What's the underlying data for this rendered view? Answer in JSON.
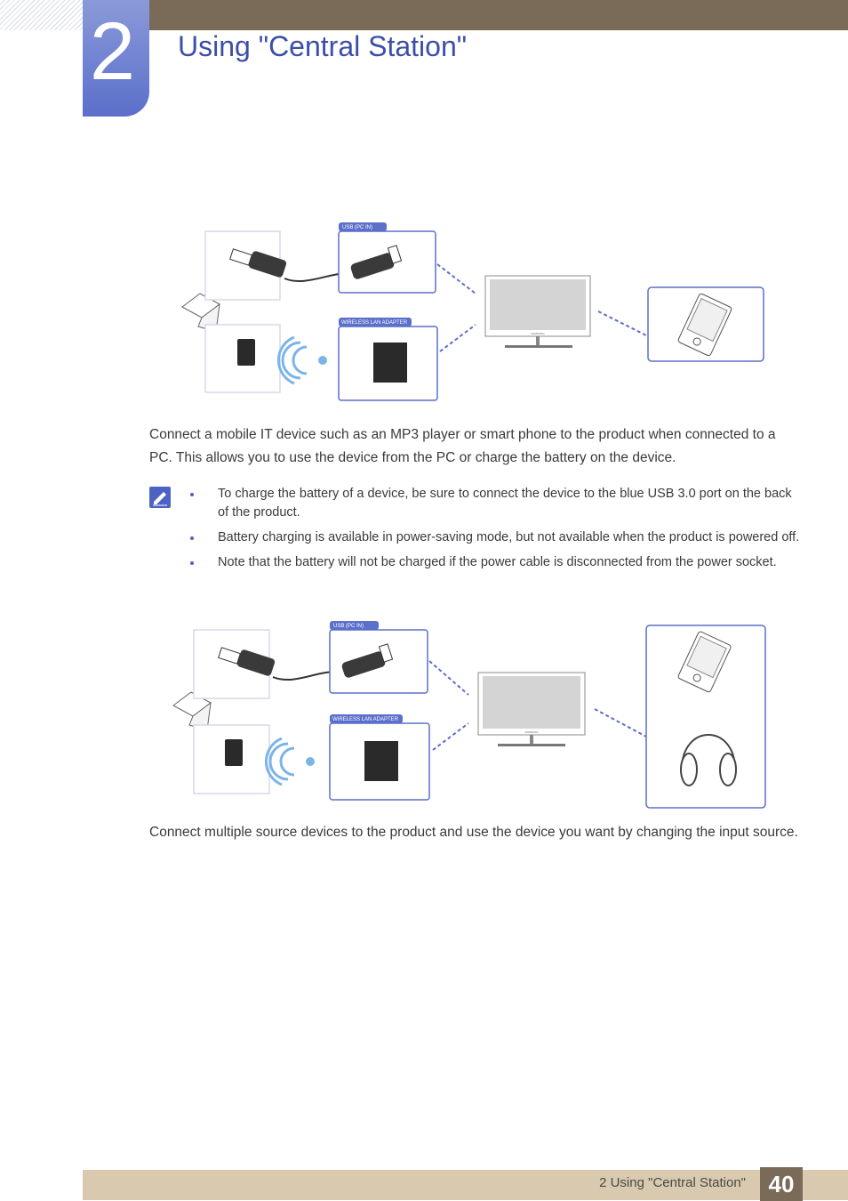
{
  "header": {
    "chapter_number": "2",
    "chapter_title": "Using \"Central Station\""
  },
  "figure1": {
    "usb_tab_label": "USB (PC IN)",
    "wlan_tab_label": "WIRELESS LAN ADAPTER",
    "monitor_brand": "SAMSUNG"
  },
  "paragraph1": "Connect a mobile IT device such as an MP3 player or smart phone to the product when connected to a PC. This allows you to use the device from the PC or charge the battery on the device.",
  "notes": [
    "To charge the battery of a device, be sure to connect the device to the blue USB 3.0 port on the back of the product.",
    "Battery charging is available in power-saving mode, but not available when the product is powered off.",
    "Note that the battery will not be charged if the power cable is disconnected from the power socket."
  ],
  "figure2": {
    "usb_tab_label": "USB (PC IN)",
    "wlan_tab_label": "WIRELESS LAN ADAPTER",
    "monitor_brand": "SAMSUNG"
  },
  "paragraph2": "Connect multiple source devices to the product and use the device you want by changing the input source.",
  "footer": {
    "section_label": "2 Using \"Central Station\"",
    "page_number": "40"
  },
  "colors": {
    "accent_blue": "#5b6fcb",
    "header_brown": "#7a6a58",
    "footer_tan": "#d9c9ae",
    "title_blue": "#3c4ea8"
  }
}
